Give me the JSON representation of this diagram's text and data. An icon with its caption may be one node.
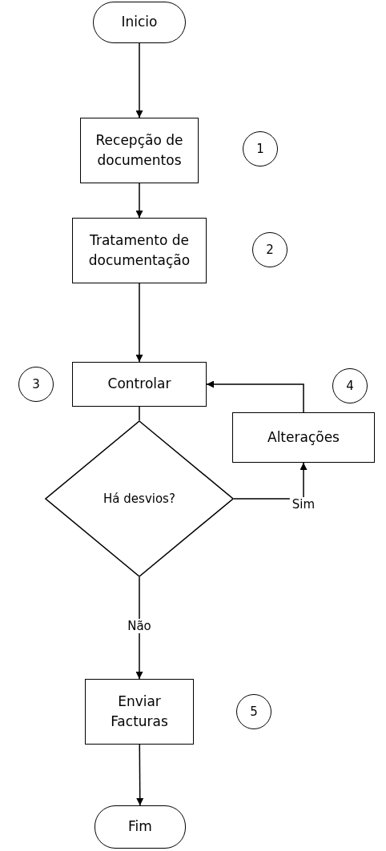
{
  "diagram": {
    "nodes": [
      {
        "text": [
          "Inicio"
        ]
      },
      {
        "text": [
          "Recepção de documentos"
        ]
      },
      {
        "text": [
          "1"
        ]
      },
      {
        "text": [
          "Tratamento de documentação"
        ]
      },
      {
        "text": [
          "2"
        ]
      },
      {
        "text": [
          "3"
        ]
      },
      {
        "text": [
          "Controlar"
        ]
      },
      {
        "text": [
          "4"
        ]
      },
      {
        "text": [
          "Alterações"
        ]
      },
      {
        "text": [
          "Há desvios?"
        ]
      },
      {
        "text": [
          "Enviar Facturas"
        ]
      },
      {
        "text": [
          "5"
        ]
      },
      {
        "text": [
          "Fim"
        ]
      }
    ],
    "edges": [
      {
        "from": 0,
        "to": 1,
        "arrow": "to"
      },
      {
        "from": 1,
        "to": 3,
        "arrow": "to"
      },
      {
        "from": 3,
        "to": 6,
        "arrow": "to"
      },
      {
        "from": 6,
        "to": 9,
        "arrow": "none"
      },
      {
        "from": 9,
        "to": 8,
        "arrow": "to",
        "label": "Sim"
      },
      {
        "from": 8,
        "to": 6,
        "arrow": "to"
      },
      {
        "from": 9,
        "to": 10,
        "arrow": "to",
        "label": "Não"
      },
      {
        "from": 10,
        "to": 12,
        "arrow": "to"
      }
    ]
  }
}
